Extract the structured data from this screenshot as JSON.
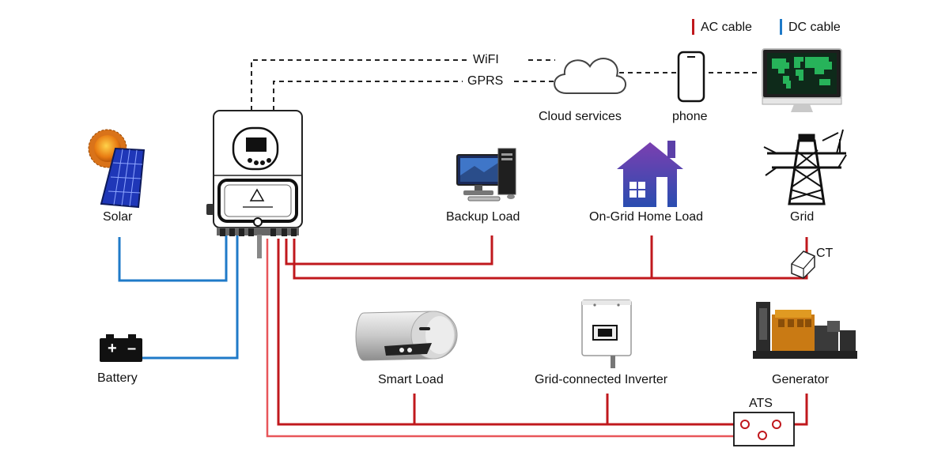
{
  "legend": {
    "ac": {
      "label": "AC cable",
      "color": "#c0181d"
    },
    "dc": {
      "label": "DC cable",
      "color": "#1f7ac8"
    }
  },
  "links": {
    "wifi": "WiFI",
    "gprs": "GPRS"
  },
  "nodes": {
    "cloud": "Cloud services",
    "phone": "phone",
    "solar": "Solar",
    "battery": "Battery",
    "backup_load": "Backup Load",
    "home_load": "On-Grid Home Load",
    "grid": "Grid",
    "ct": "CT",
    "smart_load": "Smart Load",
    "grid_inverter": "Grid-connected Inverter",
    "generator": "Generator",
    "ats": "ATS"
  },
  "battery_terminals": {
    "plus": "+",
    "minus": "–"
  }
}
